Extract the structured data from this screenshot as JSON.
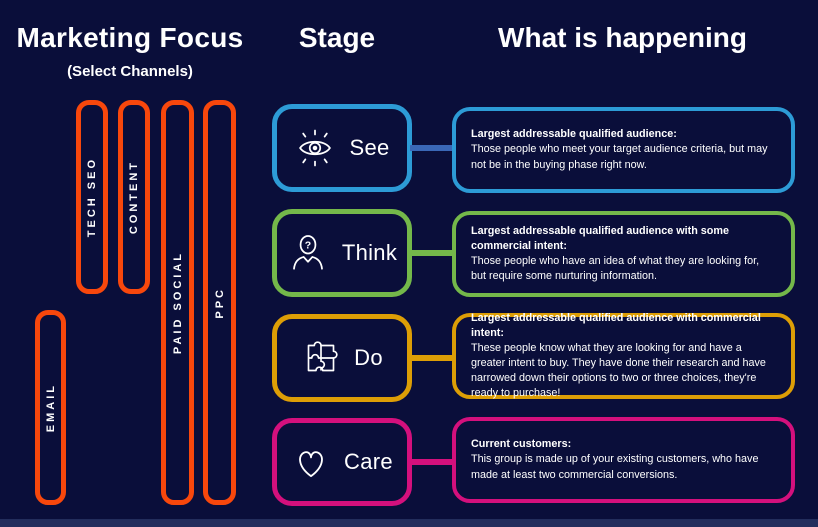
{
  "page": {
    "background_color": "#0a0e3a",
    "channel_pill_color": "#f8470c",
    "text_color": "#ffffff"
  },
  "marketing_focus": {
    "title": "Marketing Focus",
    "subtitle": "(Select Channels)",
    "channels": [
      {
        "label": "TECH SEO"
      },
      {
        "label": "CONTENT"
      },
      {
        "label": "PAID SOCIAL"
      },
      {
        "label": "PPC"
      },
      {
        "label": "EMAIL"
      }
    ]
  },
  "stage": {
    "title": "Stage",
    "stages": [
      {
        "label": "See",
        "icon": "eye-icon",
        "color": "#2d9bd6",
        "connector_color": "#3a67b6"
      },
      {
        "label": "Think",
        "icon": "person-question-icon",
        "color": "#74b84a",
        "connector_color": "#74b84a"
      },
      {
        "label": "Do",
        "icon": "puzzle-icon",
        "color": "#dd9e06",
        "connector_color": "#dd9e06"
      },
      {
        "label": "Care",
        "icon": "heart-icon",
        "color": "#d4107d",
        "connector_color": "#d4107d"
      }
    ]
  },
  "what_is_happening": {
    "title": "What is happening",
    "items": [
      {
        "heading": "Largest addressable qualified audience:",
        "body": "Those people who meet your target audience criteria, but may not be in the buying phase right now.",
        "color": "#2d9bd6"
      },
      {
        "heading": "Largest addressable qualified audience with some commercial intent:",
        "body": "Those people who have an idea of what they are looking for, but require some nurturing information.",
        "color": "#74b84a"
      },
      {
        "heading": "Largest addressable qualified audience with commercial intent:",
        "body": "These people know what they are looking for and have a greater intent to buy. They have done their research and have narrowed down their options to two or three choices, they're ready to purchase!",
        "color": "#dd9e06"
      },
      {
        "heading": "Current customers:",
        "body": "This group is made up of your existing customers, who have made at least two commercial conversions.",
        "color": "#d4107d"
      }
    ]
  }
}
